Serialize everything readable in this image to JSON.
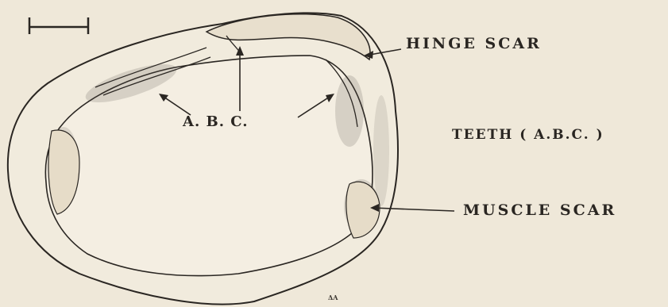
{
  "labels": {
    "hinge_scar": "HINGE SCAR",
    "teeth": "TEETH ( A.B.C. )",
    "teeth_abc": "A. B. C.",
    "muscle_scar": "MUSCLE SCAR",
    "signature": "ΔA"
  },
  "colors": {
    "paper": "#efe8d9",
    "ink": "#2a2622",
    "shading": "#5a524a"
  }
}
